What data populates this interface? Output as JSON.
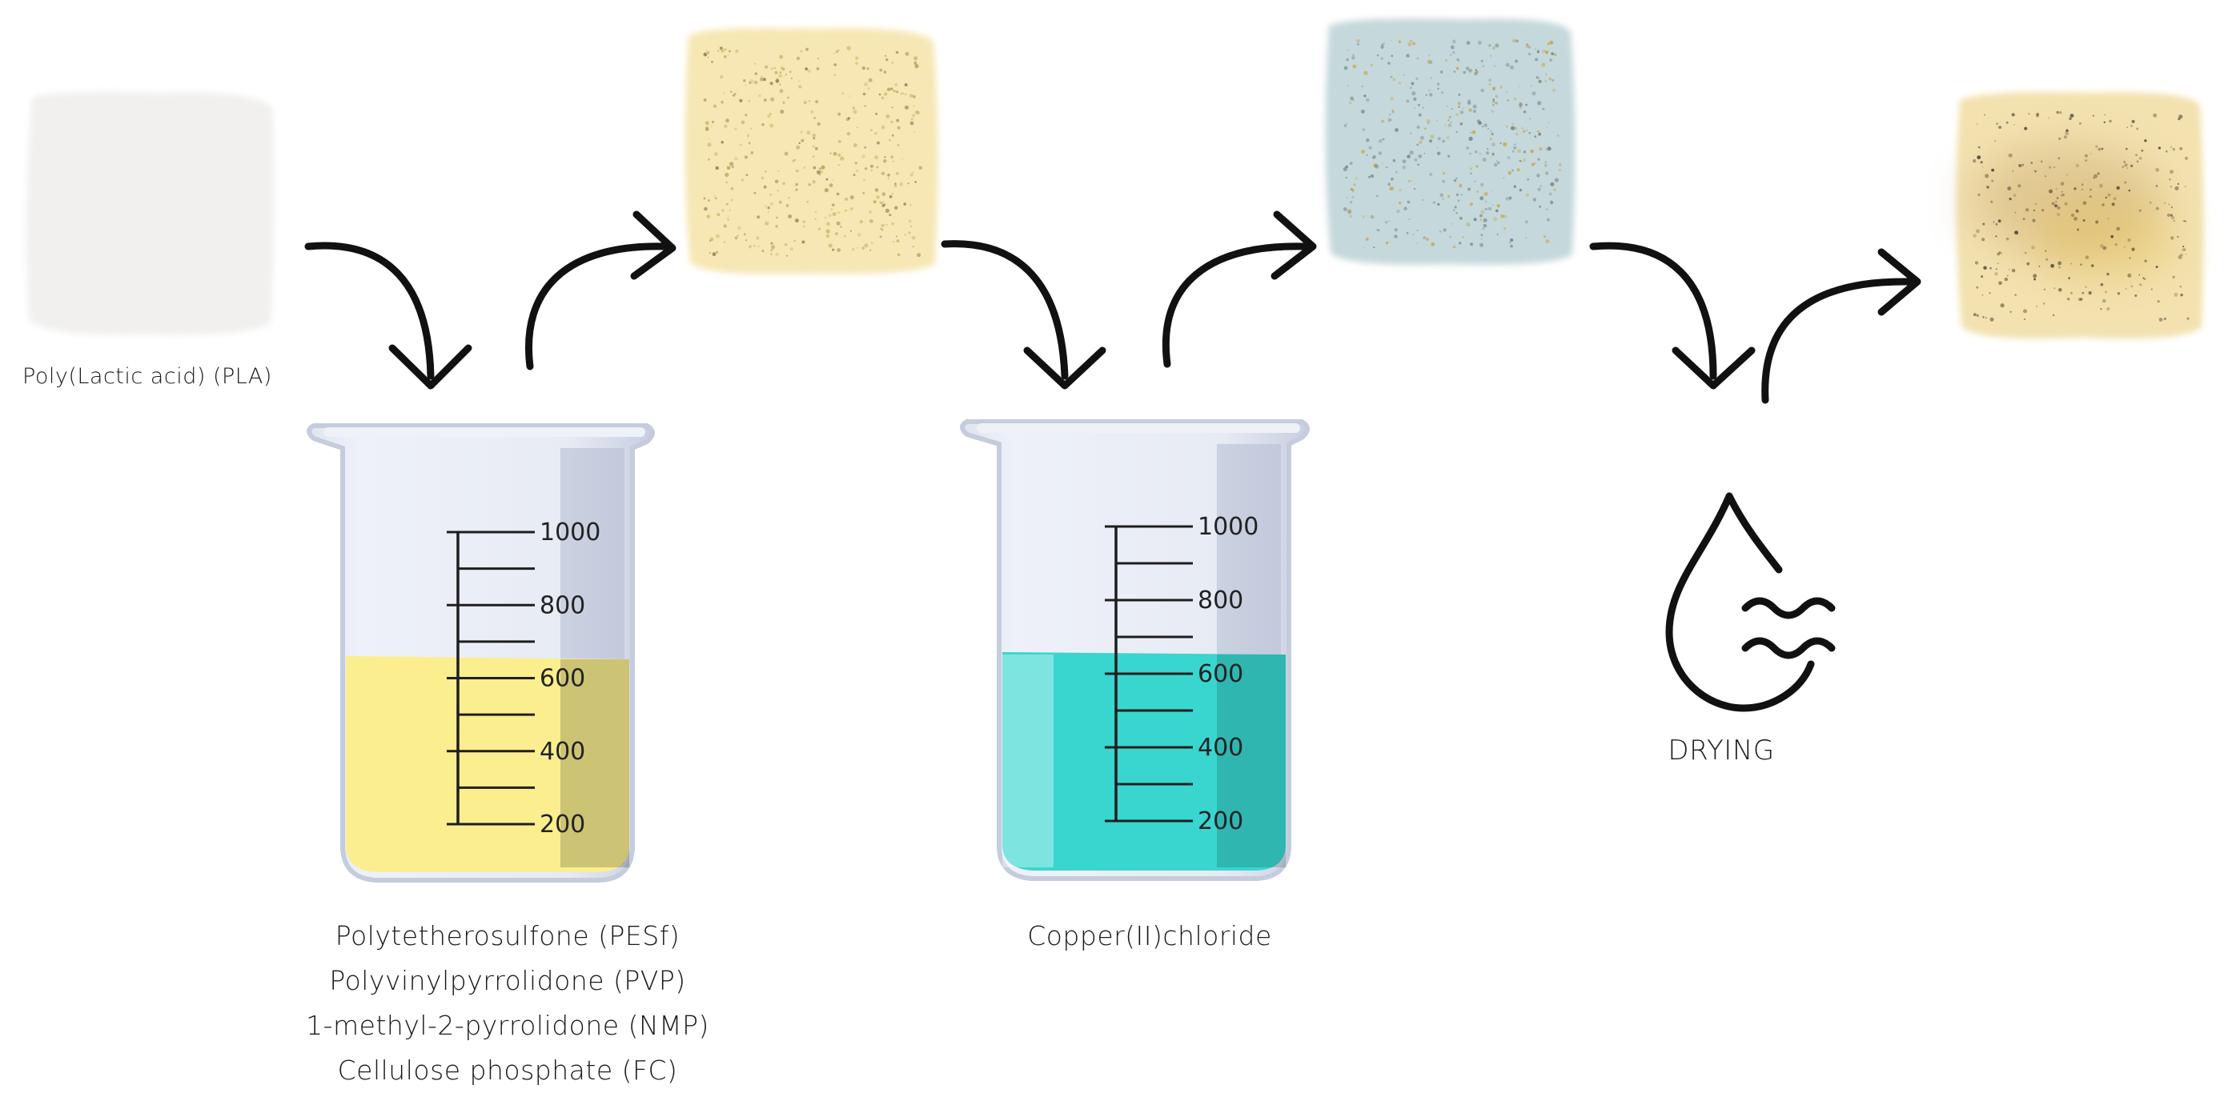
{
  "steps": {
    "pla_label": "Poly(Lactic acid) (PLA)",
    "beaker1": {
      "tick_labels": [
        "1000",
        "800",
        "600",
        "400",
        "200"
      ],
      "reagents": [
        "Polytetherosulfone (PESf)",
        "Polyvinylpyrrolidone (PVP)",
        "1-methyl-2-pyrrolidone (NMP)",
        "Cellulose phosphate (FC)"
      ],
      "liquid_color": "#fbee8e"
    },
    "beaker2": {
      "tick_labels": [
        "1000",
        "800",
        "600",
        "400",
        "200"
      ],
      "reagent": "Copper(II)chloride",
      "liquid_color": "#38d6cf"
    },
    "drying_label": "DRYING"
  },
  "colors": {
    "pla_sample": "#f1f0ee",
    "sample_after_bath1": "#f6e7b4",
    "sample_after_bath2": "#c5d8dc",
    "sample_after_drying": "#f3e2b0",
    "arrow": "#111111"
  },
  "icons": [
    "curved-arrow-icon",
    "water-drop-icon"
  ]
}
